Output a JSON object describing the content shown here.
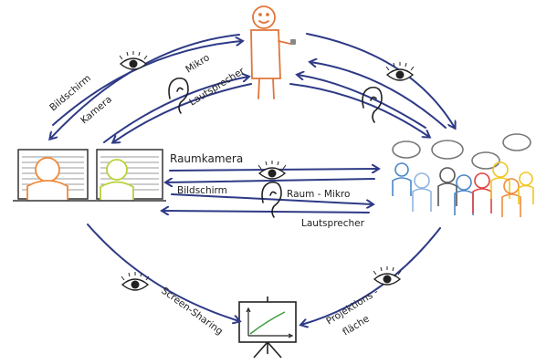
{
  "colors": {
    "arrow": "#2e3a86",
    "teacher": "#e0763a",
    "student_orange": "#ef8a3c",
    "student_green": "#b9d23a",
    "blue": "#4a86c8",
    "ink": "#222222"
  },
  "labels": {
    "bildschirm_top": "Bildschirm",
    "kamera_top": "Kamera",
    "mikro_top": "Mikro",
    "lautsprecher_top": "Lautsprecher",
    "raumkamera": "Raumkamera",
    "bildschirm_mid": "Bildschirm",
    "raum_mikro": "Raum - Mikro",
    "lautsprecher_mid": "Lautsprecher",
    "screen_sharing": "Screen-Sharing",
    "projektions_1": "Projektions -",
    "projektions_2": "fläche"
  },
  "icons": [
    "eye-icon",
    "ear-icon"
  ]
}
